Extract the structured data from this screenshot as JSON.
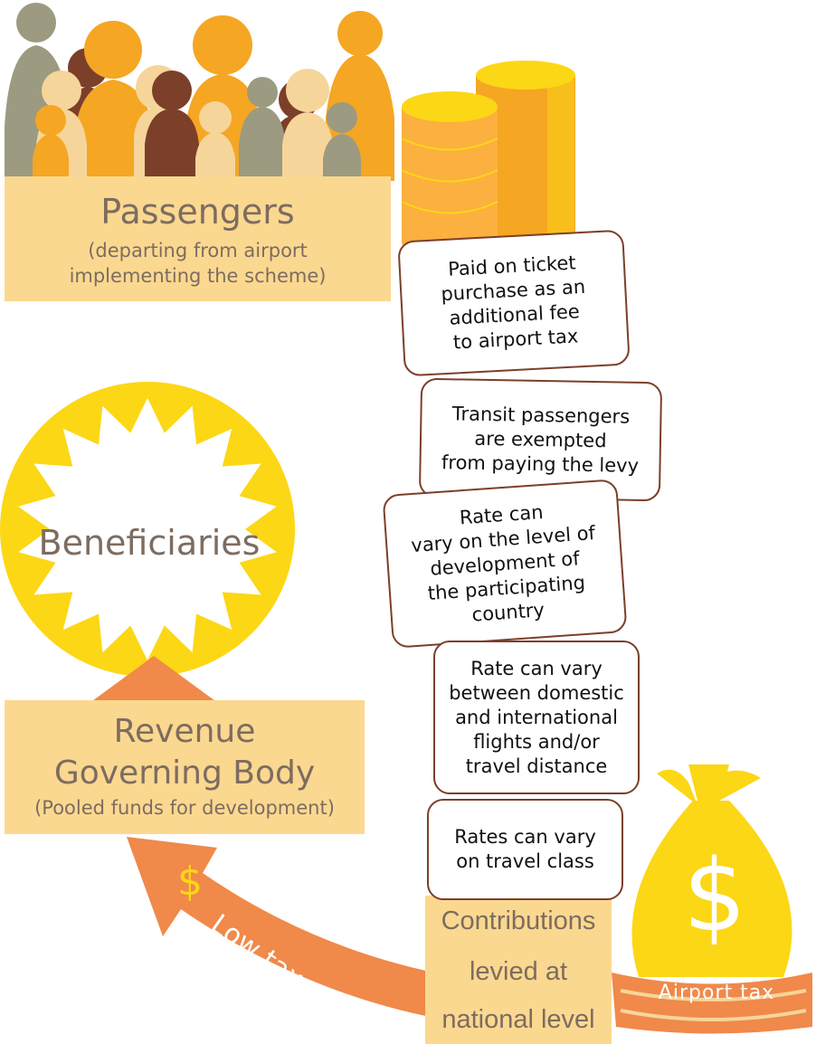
{
  "passengers": {
    "title": "Passengers",
    "subtitle_line1": "(departing from airport",
    "subtitle_line2": "implementing the scheme)"
  },
  "beneficiaries": {
    "label": "Beneficiaries"
  },
  "revenue": {
    "title_line1": "Revenue",
    "title_line2": "Governing Body",
    "subtitle": "(Pooled funds for development)"
  },
  "contributions": {
    "line1": "Contributions",
    "line2": "levied at",
    "line3": "national level"
  },
  "arrow": {
    "label": "Low tax rate",
    "dollar_symbol": "$"
  },
  "money_bag": {
    "symbol": "$",
    "label": "Airport tax"
  },
  "cards": [
    {
      "text": "Paid on ticket\npurchase as an\nadditional fee\nto airport tax"
    },
    {
      "text": "Transit passengers\nare exempted\nfrom paying the levy"
    },
    {
      "text": "Rate can\nvary on the level of\ndevelopment of\nthe participating\ncountry"
    },
    {
      "text": "Rate can vary\nbetween domestic\nand international\nflights and/or\ntravel distance"
    },
    {
      "text": "Rates can vary\non travel class"
    }
  ],
  "colors": {
    "box_fill": "#fbd890",
    "orange": "#f0894a",
    "yellow": "#fcd715",
    "brown": "#7b3f2a",
    "olive": "#9c9a80",
    "light": "#f6d59a",
    "gold": "#f5a623",
    "text_gray": "#7d6c60"
  }
}
